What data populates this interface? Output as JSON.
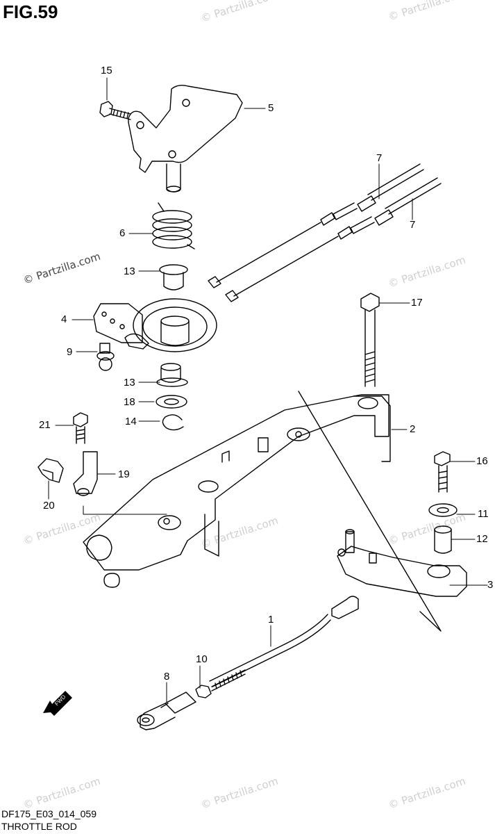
{
  "header": {
    "figure_label": "FIG.59"
  },
  "callouts": [
    {
      "id": "c15",
      "text": "15"
    },
    {
      "id": "c5",
      "text": "5"
    },
    {
      "id": "c7a",
      "text": "7"
    },
    {
      "id": "c7b",
      "text": "7"
    },
    {
      "id": "c6",
      "text": "6"
    },
    {
      "id": "c13a",
      "text": "13"
    },
    {
      "id": "c4",
      "text": "4"
    },
    {
      "id": "c17",
      "text": "17"
    },
    {
      "id": "c9",
      "text": "9"
    },
    {
      "id": "c13b",
      "text": "13"
    },
    {
      "id": "c18",
      "text": "18"
    },
    {
      "id": "c14",
      "text": "14"
    },
    {
      "id": "c2",
      "text": "2"
    },
    {
      "id": "c21",
      "text": "21"
    },
    {
      "id": "c19",
      "text": "19"
    },
    {
      "id": "c20",
      "text": "20"
    },
    {
      "id": "c16",
      "text": "16"
    },
    {
      "id": "c11",
      "text": "11"
    },
    {
      "id": "c12",
      "text": "12"
    },
    {
      "id": "c3",
      "text": "3"
    },
    {
      "id": "c1",
      "text": "1"
    },
    {
      "id": "c10",
      "text": "10"
    },
    {
      "id": "c8",
      "text": "8"
    }
  ],
  "watermark": {
    "text": "© Partzilla.com"
  },
  "footer": {
    "code": "DF175_E03_014_059",
    "title": "THROTTLE ROD"
  },
  "arrow_label": "FWD"
}
